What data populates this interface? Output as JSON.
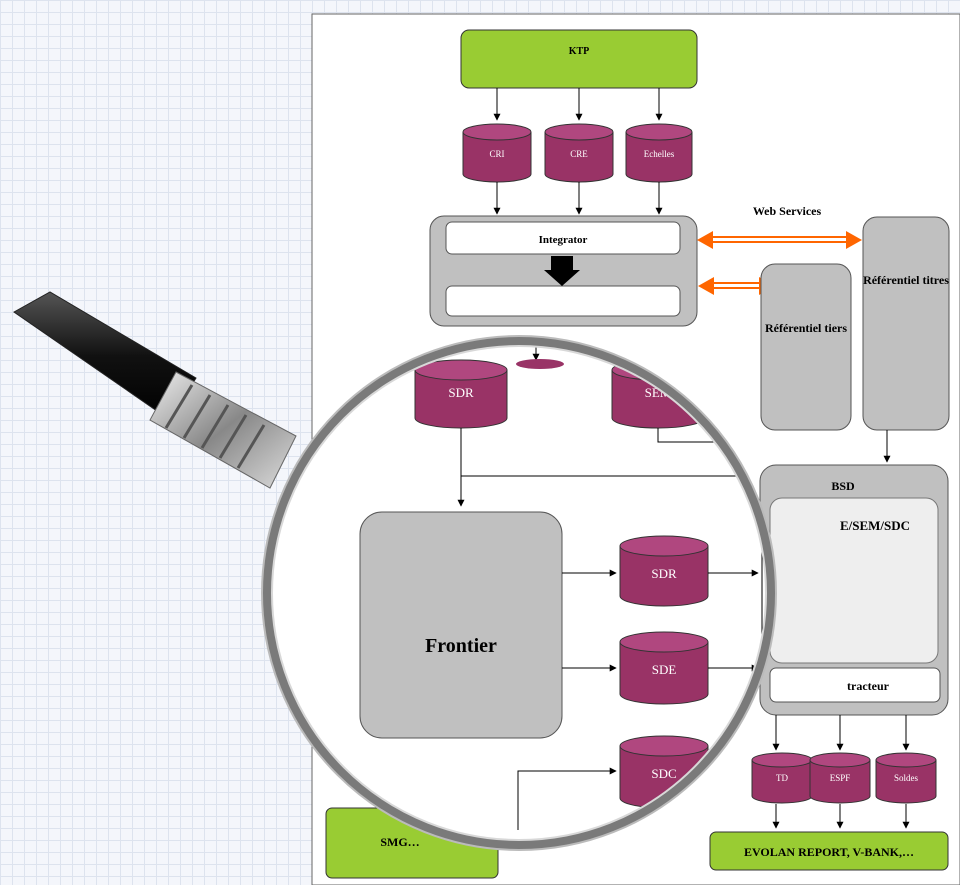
{
  "diagram": {
    "top_system": "KTP",
    "ktp_outputs": [
      "CRI",
      "CRE",
      "Echelles"
    ],
    "integrator": "Integrator",
    "web_services": "Web Services",
    "referentiel_tiers": "Référentiel tiers",
    "referentiel_titres": "Référentiel titres",
    "sdr_top": "SDR",
    "sem_top": "SEM",
    "frontier": "Frontier",
    "frontier_outputs": [
      "SDR",
      "SDE",
      "SDC"
    ],
    "bsd_title": "BSD",
    "bsd_inner": "E/SEM/SDC",
    "extracteur": "tracteur",
    "bottom_outputs": [
      "TD",
      "ESPF",
      "Soldes"
    ],
    "bottom_system": "EVOLAN REPORT, V-BANK,…",
    "left_system": "SMG…"
  },
  "colors": {
    "green": "#99cc33",
    "cylinder": "#993366",
    "gray_box": "#c0c0c0",
    "arrow_orange": "#ff6600"
  }
}
